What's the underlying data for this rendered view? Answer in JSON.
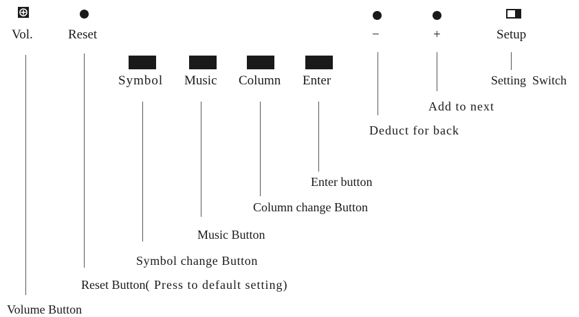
{
  "controls": {
    "vol": {
      "label": "Vol.",
      "icon": "volume-knob-icon"
    },
    "reset": {
      "label": "Reset",
      "icon": "round-button-icon"
    },
    "symbol": {
      "label": "Symbol"
    },
    "music": {
      "label": "Music"
    },
    "column": {
      "label": "Column"
    },
    "enter": {
      "label": "Enter"
    },
    "minus": {
      "label": "−",
      "icon": "round-button-icon"
    },
    "plus": {
      "label": "+",
      "icon": "round-button-icon"
    },
    "setup": {
      "label": "Setup",
      "icon": "slide-switch-icon"
    }
  },
  "descriptions": {
    "volume": "Volume Button",
    "reset": "Reset Button",
    "reset_note": "( Press to default setting)",
    "symbol": "Symbol change Button",
    "music": "Music Button",
    "column": "Column change Button",
    "enter": "Enter button",
    "minus": "Deduct for back",
    "plus": "Add to next",
    "setup": "Setting  Switch"
  },
  "colors": {
    "ink": "#1a1a1a",
    "leader": "#555555",
    "background": "#ffffff"
  }
}
